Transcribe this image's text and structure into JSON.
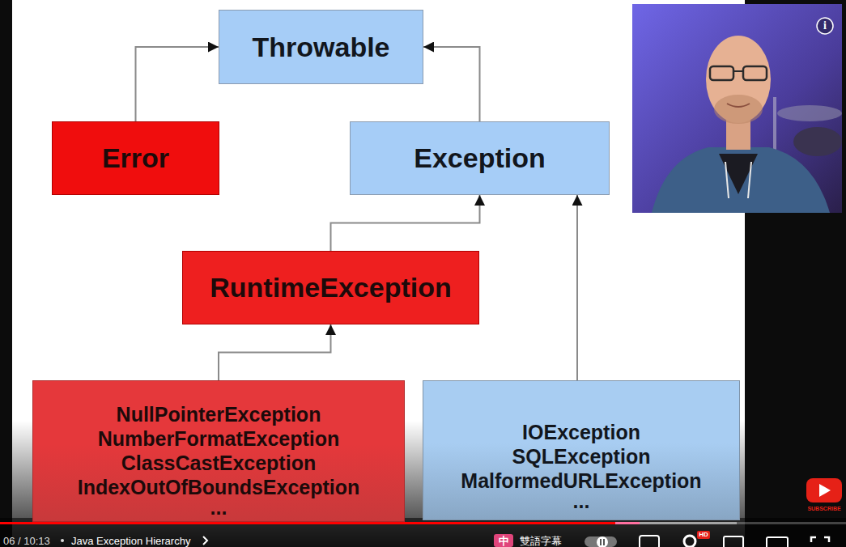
{
  "diagram": {
    "nodes": [
      {
        "text": [
          "Throwable"
        ]
      },
      {
        "text": [
          "Error"
        ]
      },
      {
        "text": [
          "Exception"
        ]
      },
      {
        "text": [
          "RuntimeException"
        ]
      },
      {
        "text": [
          "NullPointerException",
          "NumberFormatException",
          "ClassCastException",
          "IndexOutOfBoundsException",
          "..."
        ]
      },
      {
        "text": [
          "IOException",
          "SQLException",
          "MalformedURLException",
          "..."
        ]
      }
    ],
    "edges": [
      {
        "from": 1,
        "to": 0,
        "arrow": "to"
      },
      {
        "from": 2,
        "to": 0,
        "arrow": "to"
      },
      {
        "from": 3,
        "to": 2,
        "arrow": "to"
      },
      {
        "from": 4,
        "to": 3,
        "arrow": "to"
      },
      {
        "from": 5,
        "to": 2,
        "arrow": "to"
      }
    ],
    "labels": [
      "i",
      "SUBSCRIBE",
      "06 / 10:13",
      "Java Exception Hierarchy",
      "中",
      "雙語字幕",
      "HD"
    ]
  }
}
